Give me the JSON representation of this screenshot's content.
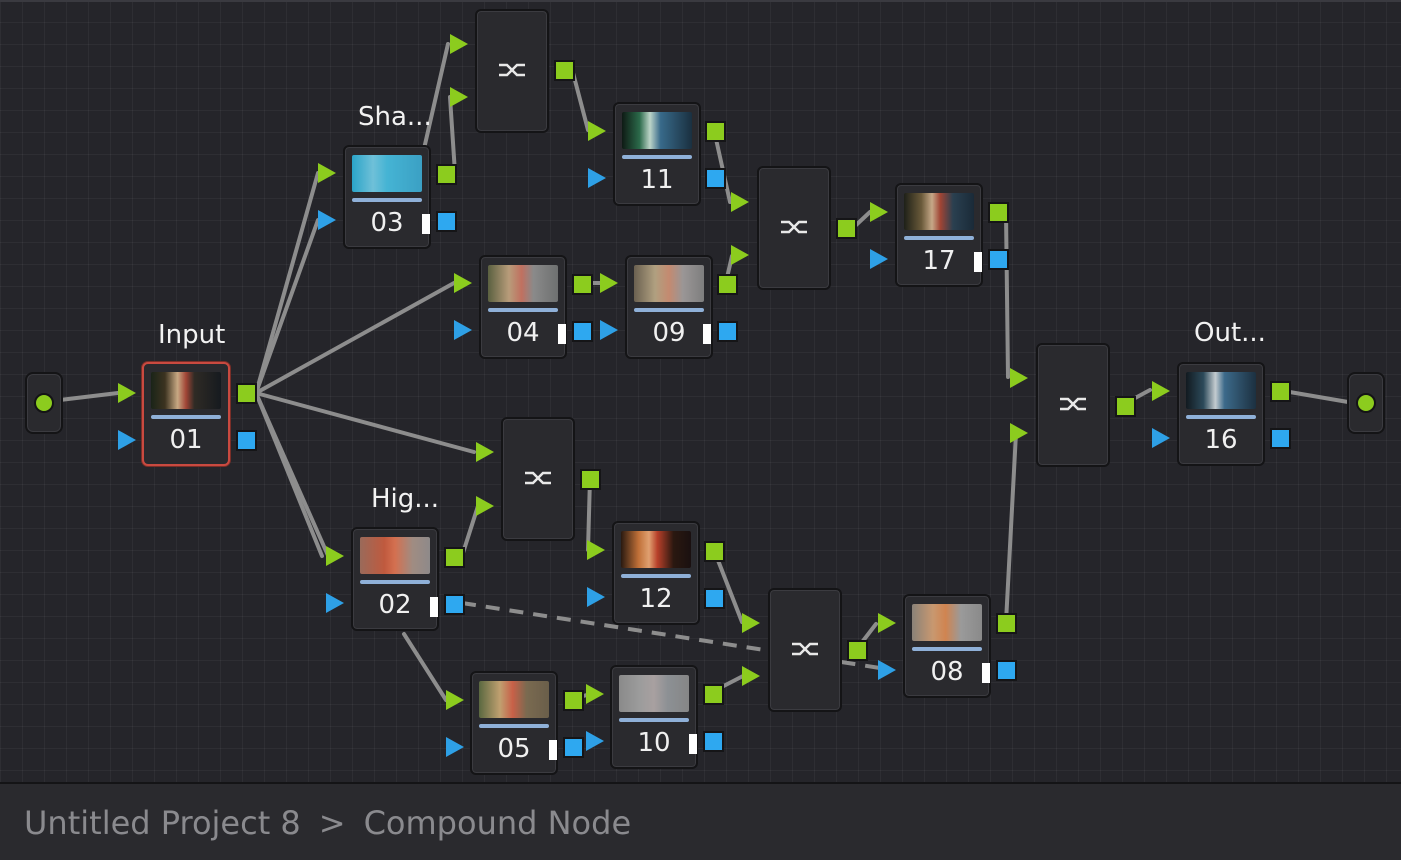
{
  "nodes": [
    {
      "id": "01",
      "label": "Input"
    },
    {
      "id": "02",
      "label": "Hig..."
    },
    {
      "id": "03",
      "label": "Sha..."
    },
    {
      "id": "04",
      "label": ""
    },
    {
      "id": "05",
      "label": ""
    },
    {
      "id": "08",
      "label": ""
    },
    {
      "id": "09",
      "label": ""
    },
    {
      "id": "10",
      "label": ""
    },
    {
      "id": "11",
      "label": ""
    },
    {
      "id": "12",
      "label": ""
    },
    {
      "id": "16",
      "label": "Out..."
    },
    {
      "id": "17",
      "label": ""
    }
  ],
  "breadcrumb": {
    "project": "Untitled Project 8",
    "separator": ">",
    "current": "Compound Node"
  },
  "colors": {
    "rgb_pin": "#8ccc1e",
    "key_pin": "#2ea8f0",
    "selected_border": "#c94a40",
    "wire": "#8a8a8a"
  },
  "icons": [
    "layer-mixer-icon",
    "rgb-input-icon",
    "key-input-icon",
    "rgb-output-icon",
    "key-output-icon",
    "key-badge-icon",
    "source-io-icon",
    "output-io-icon",
    "chevron-right-icon"
  ]
}
